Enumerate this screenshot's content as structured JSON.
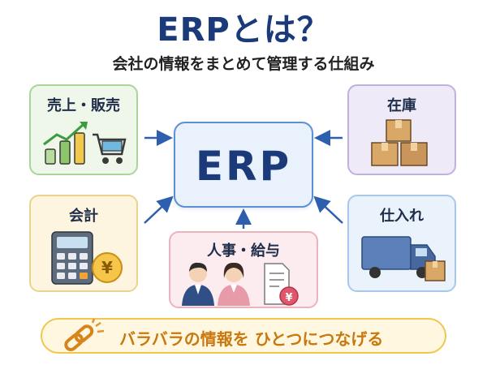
{
  "header": {
    "title": "ERPとは？",
    "subtitle": "会社の情報をまとめて管理する仕組み"
  },
  "center": {
    "label": "ERP"
  },
  "modules": {
    "sales": {
      "label": "売上・販売",
      "icon": "sales-growth-chart-with-cart-icon"
    },
    "inventory": {
      "label": "在庫",
      "icon": "stacked-boxes-icon"
    },
    "accounting": {
      "label": "会計",
      "icon": "calculator-with-yen-coin-icon"
    },
    "purchasing": {
      "label": "仕入れ",
      "icon": "delivery-truck-icon"
    },
    "hr": {
      "label": "人事・給与",
      "icon": "employees-and-payslip-icon"
    }
  },
  "footer": {
    "message": "バラバラの情報を ひとつにつなげる",
    "icon": "chain-link-icon"
  },
  "colors": {
    "title": "#1b3a7a",
    "arrow": "#2e5fae",
    "accent_orange": "#c9770f",
    "sales_bg": "#eef7ea",
    "inventory_bg": "#efeaf8",
    "accounting_bg": "#fdf5df",
    "purchasing_bg": "#eaf2fb",
    "hr_bg": "#fdecef"
  }
}
